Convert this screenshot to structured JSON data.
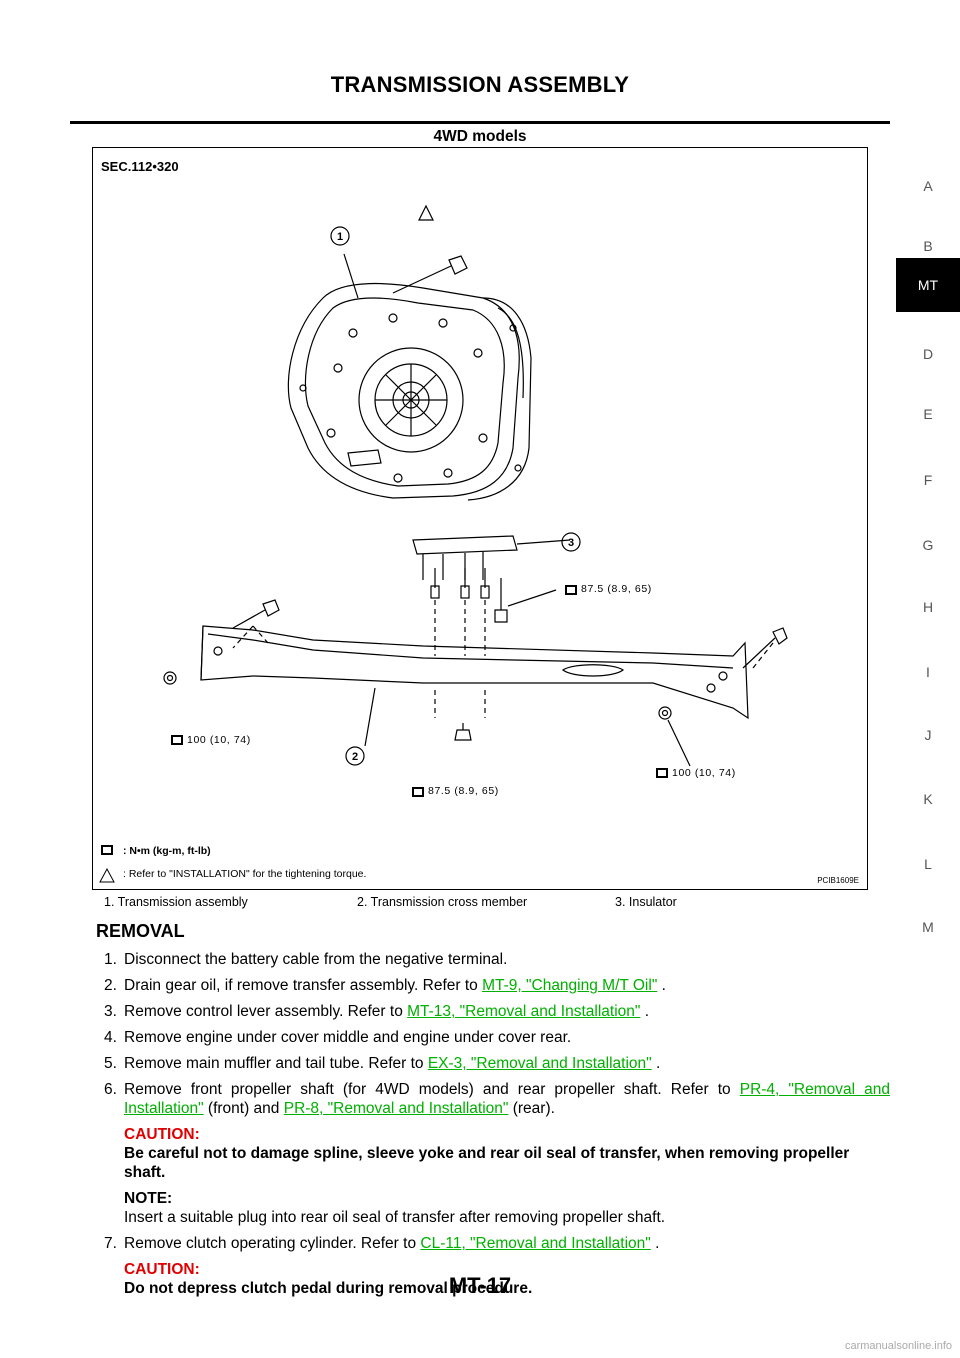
{
  "header": {
    "title": "TRANSMISSION ASSEMBLY"
  },
  "section": {
    "heading": "4WD models"
  },
  "figure": {
    "sec_label": "SEC.112•320",
    "code": "PCIB1609E",
    "callouts": [
      "1",
      "2",
      "3"
    ],
    "torque_labels": {
      "insulator_bolt": "87.5 (8.9, 65)",
      "left_nut": "100 (10, 74)",
      "right_nut": "100 (10, 74)",
      "bottom_nut": "87.5 (8.9, 65)"
    },
    "legend": {
      "torque_unit": ": N•m (kg-m, ft-lb)",
      "refer": ": Refer to \"INSTALLATION\" for the tightening torque."
    },
    "captions": [
      "1.   Transmission assembly",
      "2.   Transmission cross member",
      "3.   Insulator"
    ]
  },
  "removal": {
    "heading": "REMOVAL",
    "steps": {
      "s1": {
        "num": "1.",
        "text": "Disconnect the battery cable from the negative terminal."
      },
      "s2": {
        "num": "2.",
        "text": "Drain gear oil, if remove transfer assembly. Refer to ",
        "link": "MT-9, \"Changing M/T Oil\"",
        "after": " ."
      },
      "s3": {
        "num": "3.",
        "text": "Remove control lever assembly. Refer to ",
        "link": "MT-13, \"Removal and Installation\"",
        "after": " ."
      },
      "s4": {
        "num": "4.",
        "text": "Remove engine under cover middle and engine under cover rear."
      },
      "s5": {
        "num": "5.",
        "text": "Remove main muffler and tail tube. Refer to ",
        "link": "EX-3, \"Removal and Installation\"",
        "after": " ."
      },
      "s6": {
        "num": "6.",
        "text": "Remove front propeller shaft (for 4WD models) and rear propeller shaft. Refer to",
        "link1_a": "PR-4, \"Removal and",
        "link1_b": "Installation\"",
        "mid": "  (front) and ",
        "link2": "PR-8, \"Removal and Installation\"",
        "after": "  (rear)."
      },
      "s7": {
        "num": "7.",
        "text": "Remove clutch operating cylinder. Refer to ",
        "link": "CL-11, \"Removal and Installation\"",
        "after": " ."
      }
    },
    "caution1": {
      "head": "CAUTION:",
      "body": "Be careful not to damage spline, sleeve yoke and rear oil seal of transfer, when removing propeller shaft."
    },
    "note1": {
      "head": "NOTE:",
      "body": "Insert a suitable plug into rear oil seal of transfer after removing propeller shaft."
    },
    "caution2": {
      "head": "CAUTION:",
      "body": "Do not depress clutch pedal during removal procedure."
    }
  },
  "side_index": {
    "letters": [
      "A",
      "B",
      "D",
      "E",
      "F",
      "G",
      "H",
      "I",
      "J",
      "K",
      "L",
      "M"
    ],
    "active": "MT"
  },
  "footer": {
    "page_number": "MT-17",
    "watermark": "carmanualsonline.info"
  },
  "colors": {
    "caution": "#e00000",
    "link": "#00b000",
    "active_tab_bg": "#000000"
  }
}
